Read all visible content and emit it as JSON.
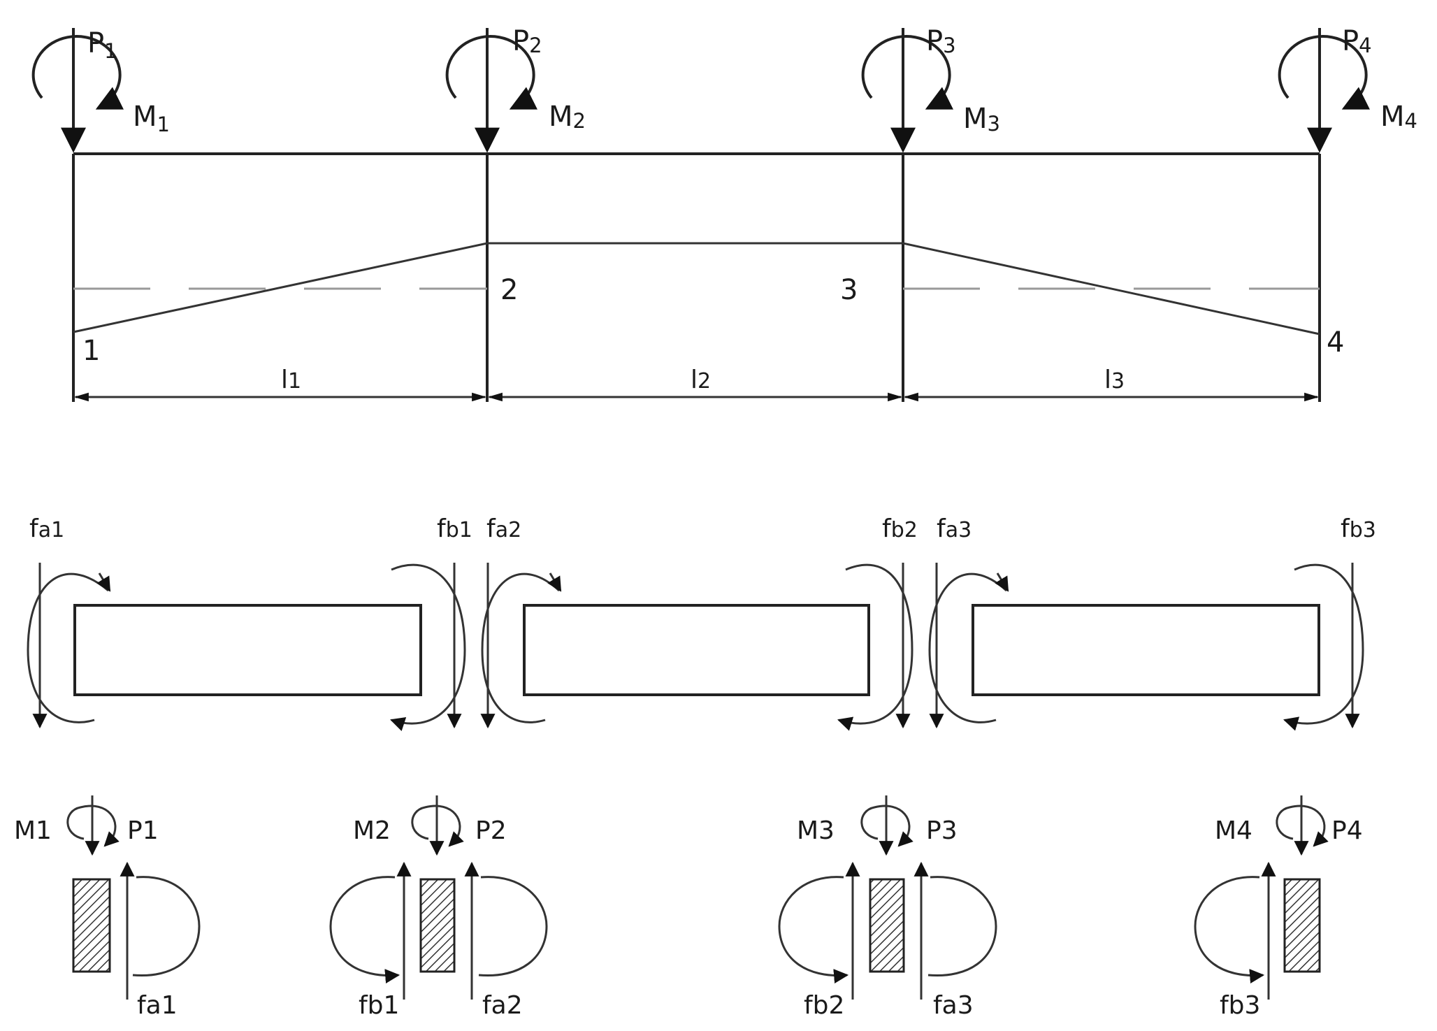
{
  "beam": {
    "loads": [
      {
        "p": "P",
        "p_sub": "1",
        "m": "M",
        "m_sub": "1"
      },
      {
        "p": "P",
        "p_sub": "2",
        "m": "M",
        "m_sub": "2"
      },
      {
        "p": "P",
        "p_sub": "3",
        "m": "M",
        "m_sub": "3"
      },
      {
        "p": "P",
        "p_sub": "4",
        "m": "M",
        "m_sub": "4"
      }
    ],
    "node_labels": [
      "1",
      "2",
      "3",
      "4"
    ],
    "spans": [
      {
        "text": "l",
        "sub": "1"
      },
      {
        "text": "l",
        "sub": "2"
      },
      {
        "text": "l",
        "sub": "3"
      }
    ]
  },
  "elements": [
    {
      "fa": "f",
      "fa_sub": "a1",
      "fb": "f",
      "fb_sub": "b1"
    },
    {
      "fa": "f",
      "fa_sub": "a2",
      "fb": "f",
      "fb_sub": "b2"
    },
    {
      "fa": "f",
      "fa_sub": "a3",
      "fb": "f",
      "fb_sub": "b3"
    }
  ],
  "nodes": [
    {
      "m": "M1",
      "p": "P1",
      "forces": [
        "fa1"
      ]
    },
    {
      "m": "M2",
      "p": "P2",
      "forces": [
        "fb1",
        "fa2"
      ]
    },
    {
      "m": "M3",
      "p": "P3",
      "forces": [
        "fb2",
        "fa3"
      ]
    },
    {
      "m": "M4",
      "p": "P4",
      "forces": [
        "fb3"
      ]
    }
  ]
}
